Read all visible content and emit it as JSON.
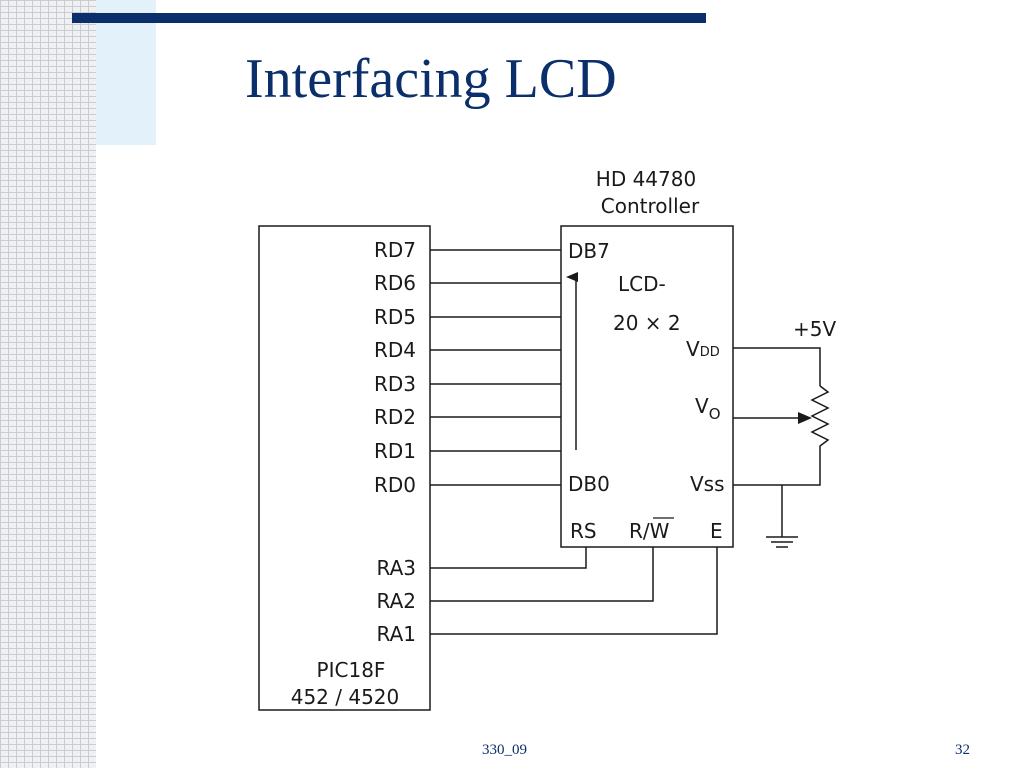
{
  "slide": {
    "title": "Interfacing LCD",
    "footer_left": "330_09",
    "page_number": "32"
  },
  "diagram": {
    "controller_line1": "HD 44780",
    "controller_line2": "Controller",
    "lcd_line1": "LCD-",
    "lcd_line2": "20 × 2",
    "mcu_line1": "PIC18F",
    "mcu_line2": "452 / 4520",
    "mcu_pins_data": [
      "RD7",
      "RD6",
      "RD5",
      "RD4",
      "RD3",
      "RD2",
      "RD1",
      "RD0"
    ],
    "mcu_pins_control": [
      "RA3",
      "RA2",
      "RA1"
    ],
    "lcd_db7": "DB7",
    "lcd_db0": "DB0",
    "lcd_rs": "RS",
    "lcd_rw": "R/W",
    "lcd_e": "E",
    "vdd_label": "V",
    "vdd_sub": "DD",
    "vo_label": "V",
    "vo_sub": "O",
    "vss_label": "Vss",
    "supply_label": "+5V"
  }
}
